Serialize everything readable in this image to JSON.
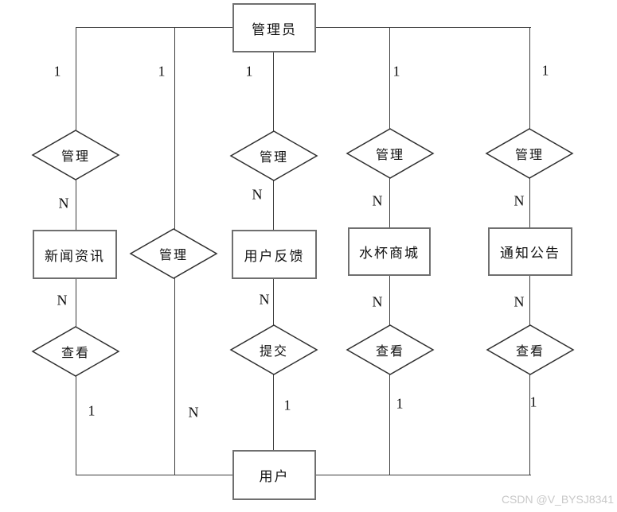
{
  "diagram": {
    "actors": {
      "admin": "管理员",
      "user": "用户"
    },
    "entities": {
      "news": "新闻资讯",
      "feedback": "用户反馈",
      "mall": "水杯商城",
      "notice": "通知公告"
    },
    "relations": {
      "manage": "管理",
      "view": "查看",
      "submit": "提交"
    },
    "cardinality": {
      "one": "1",
      "many": "N"
    }
  },
  "watermark": "CSDN @V_BYSJ8341"
}
